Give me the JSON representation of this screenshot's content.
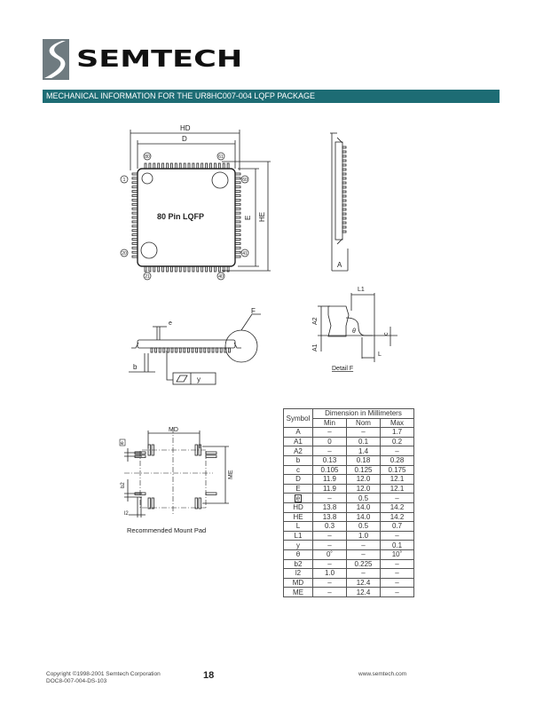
{
  "header": {
    "logo_text": "SEMTECH",
    "section_title": "MECHANICAL INFORMATION FOR THE UR8HC007-004 LQFP PACKAGE"
  },
  "top_view": {
    "chip_label": "80 Pin LQFP",
    "dim_hd": "HD",
    "dim_d": "D",
    "dim_e": "E",
    "dim_he": "HE",
    "pins": {
      "p1": "1",
      "p20": "20",
      "p21": "21",
      "p40": "40",
      "p41": "41",
      "p60": "60",
      "p61": "61",
      "p80": "80"
    }
  },
  "side_view": {
    "dim_a": "A"
  },
  "front_view": {
    "dim_e": "e",
    "dim_b": "b",
    "detail_marker": "F",
    "flatness": "y"
  },
  "detail": {
    "title": "Detail F",
    "l1": "L1",
    "a2": "A2",
    "a1": "A1",
    "theta": "θ",
    "c": "c",
    "l": "L"
  },
  "mount_pad": {
    "caption": "Recommended Mount Pad",
    "md": "MD",
    "me": "ME",
    "e": "e",
    "b2": "b2",
    "l2": "l2"
  },
  "table": {
    "header_symbol": "Symbol",
    "header_group": "Dimension in Millimeters",
    "col_min": "Min",
    "col_nom": "Nom",
    "col_max": "Max",
    "rows": [
      [
        "A",
        "–",
        "–",
        "1.7"
      ],
      [
        "A1",
        "0",
        "0.1",
        "0.2"
      ],
      [
        "A2",
        "–",
        "1.4",
        "–"
      ],
      [
        "b",
        "0.13",
        "0.18",
        "0.28"
      ],
      [
        "c",
        "0.105",
        "0.125",
        "0.175"
      ],
      [
        "D",
        "11.9",
        "12.0",
        "12.1"
      ],
      [
        "E",
        "11.9",
        "12.0",
        "12.1"
      ],
      [
        "e",
        "–",
        "0.5",
        "–"
      ],
      [
        "HD",
        "13.8",
        "14.0",
        "14.2"
      ],
      [
        "HE",
        "13.8",
        "14.0",
        "14.2"
      ],
      [
        "L",
        "0.3",
        "0.5",
        "0.7"
      ],
      [
        "L1",
        "–",
        "1.0",
        "–"
      ],
      [
        "y",
        "–",
        "–",
        "0.1"
      ],
      [
        "θ",
        "0˚",
        "–",
        "10˚"
      ],
      [
        "b2",
        "–",
        "0.225",
        "–"
      ],
      [
        "l2",
        "1.0",
        "–",
        "–"
      ],
      [
        "MD",
        "–",
        "12.4",
        "–"
      ],
      [
        "ME",
        "–",
        "12.4",
        "–"
      ]
    ]
  },
  "footer": {
    "copyright": "Copyright ©1998-2001 Semtech Corporation",
    "doc_id": "DOC8-007-004-DS-103",
    "page": "18",
    "website": "www.semtech.com"
  },
  "colors": {
    "brand_teal": "#1d6c74",
    "logo_gray": "#6f7b80"
  }
}
